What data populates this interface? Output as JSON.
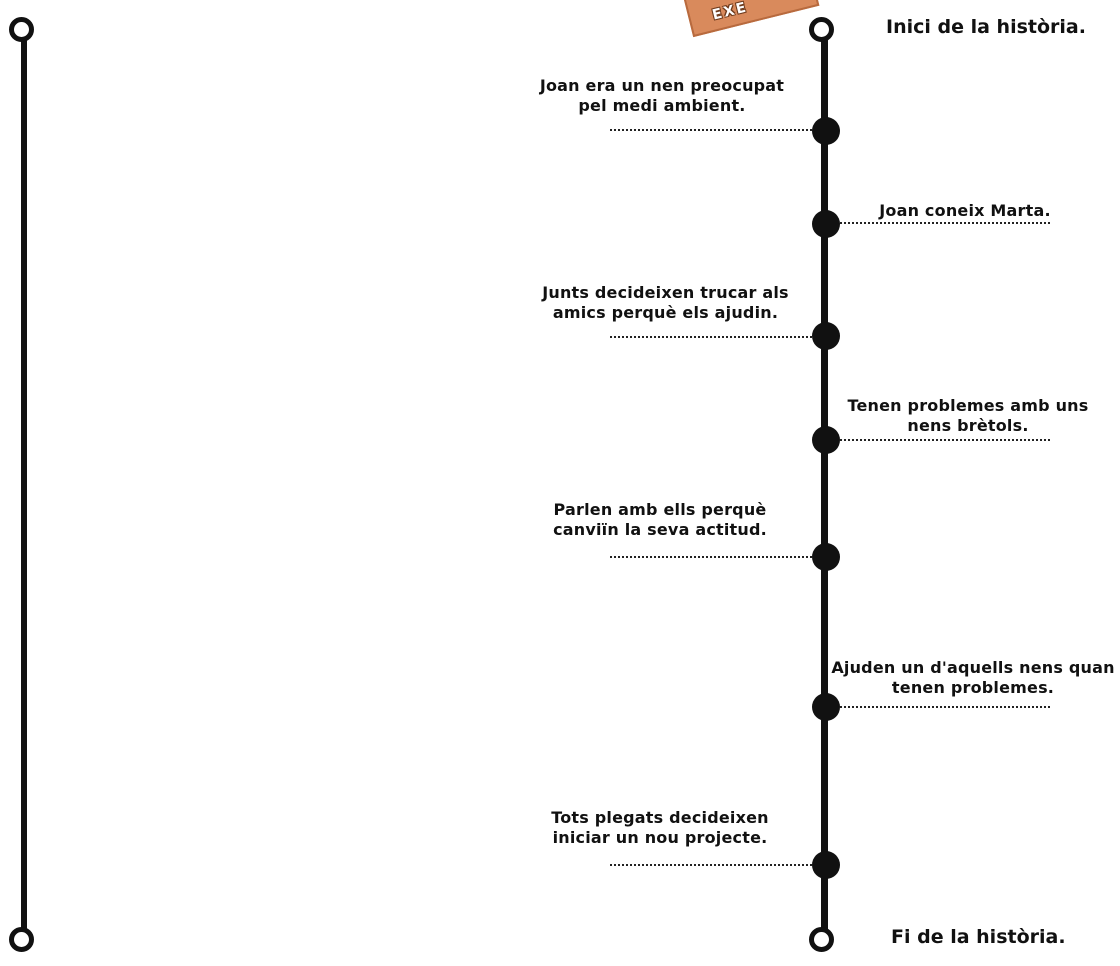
{
  "stamp": {
    "text": "EXE"
  },
  "start_label": "Inici de la història.",
  "end_label": "Fi de la història.",
  "events": [
    {
      "text": "Joan era un nen preocupat\npel medi ambient."
    },
    {
      "text": "Joan coneix Marta."
    },
    {
      "text": "Junts decideixen trucar als\namics perquè els ajudin."
    },
    {
      "text": "Tenen problemes amb uns\nnens brètols."
    },
    {
      "text": "Parlen amb ells perquè\ncanviïn la seva actitud."
    },
    {
      "text": "Ajuden un d'aquells nens quan\ntenen problemes."
    },
    {
      "text": "Tots plegats decideixen\niniciar un nou projecte."
    }
  ],
  "colors": {
    "line": "#111111",
    "stamp": "#d98a5c"
  }
}
